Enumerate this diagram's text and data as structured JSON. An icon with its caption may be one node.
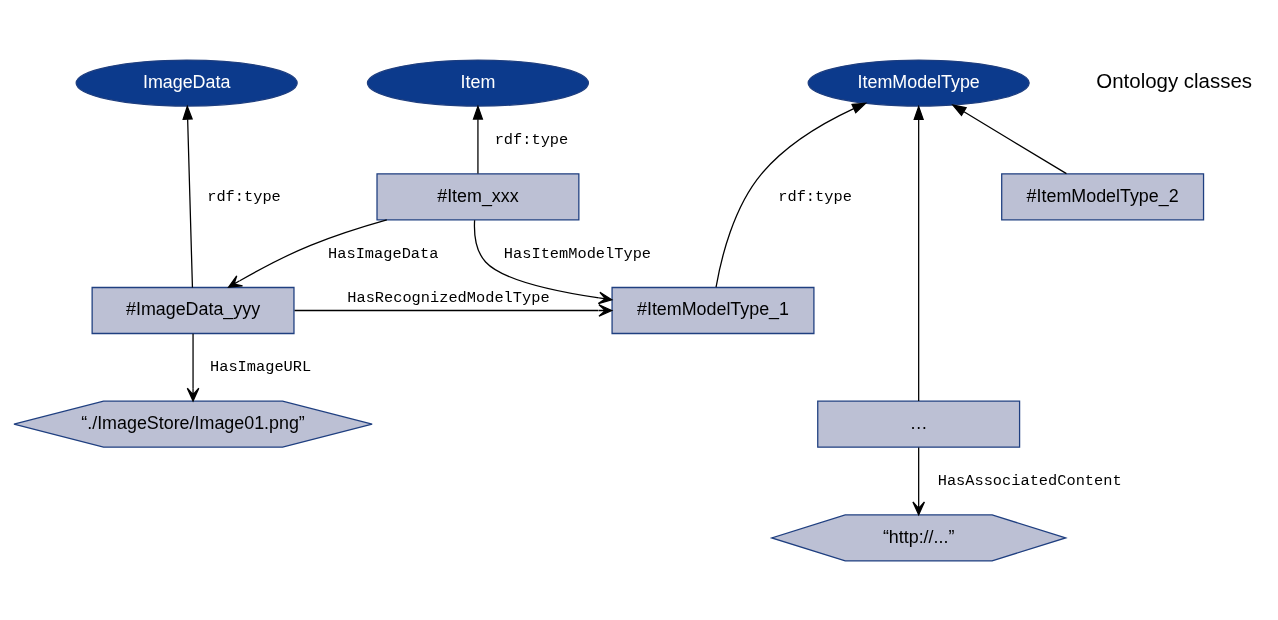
{
  "diagram": {
    "nodes": [
      {
        "text": [
          "ItemModelType"
        ]
      },
      {
        "text": [
          "Item"
        ]
      },
      {
        "text": [
          "ImageData"
        ]
      },
      {
        "text": [
          "#Item_xxx"
        ]
      },
      {
        "text": [
          "#ItemModelType_1"
        ]
      },
      {
        "text": [
          "#ImageData_yyy"
        ]
      },
      {
        "text": [
          "#ItemModelType_2"
        ]
      },
      {
        "text": [
          "…"
        ]
      },
      {
        "text": [
          "“./ImageStore/Image01.png”"
        ]
      },
      {
        "text": [
          "“http://...”"
        ]
      }
    ],
    "edges": [
      {
        "from": 4,
        "to": 0,
        "arrow": "to",
        "label": "rdf:type"
      },
      {
        "from": 6,
        "to": 0,
        "arrow": "to"
      },
      {
        "from": 7,
        "to": 0,
        "arrow": "to"
      },
      {
        "from": 3,
        "to": 1,
        "arrow": "to",
        "label": "rdf:type"
      },
      {
        "from": 5,
        "to": 2,
        "arrow": "to",
        "label": "rdf:type"
      },
      {
        "from": 3,
        "to": 4,
        "arrow": "to",
        "label": "HasItemModelType"
      },
      {
        "from": 3,
        "to": 5,
        "arrow": "to",
        "label": "HasImageData"
      },
      {
        "from": 5,
        "to": 4,
        "arrow": "to",
        "label": "HasRecognizedModelType"
      },
      {
        "from": 5,
        "to": 8,
        "arrow": "to",
        "label": "HasImageURL"
      },
      {
        "from": 7,
        "to": 9,
        "arrow": "to",
        "label": "HasAssociatedContent"
      }
    ],
    "labels": [
      "Ontology classes"
    ]
  }
}
